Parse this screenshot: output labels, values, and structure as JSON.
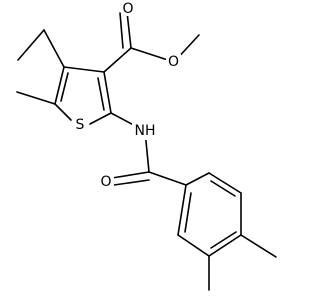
{
  "atom_labels": {
    "carbonyl_oxygen_ester": "O",
    "ether_oxygen": "O",
    "ring_sulfur": "S",
    "amide_nitrogen": "NH",
    "carbonyl_oxygen_amide": "O"
  },
  "colors": {
    "bond": "#000000",
    "background": "#ffffff"
  }
}
